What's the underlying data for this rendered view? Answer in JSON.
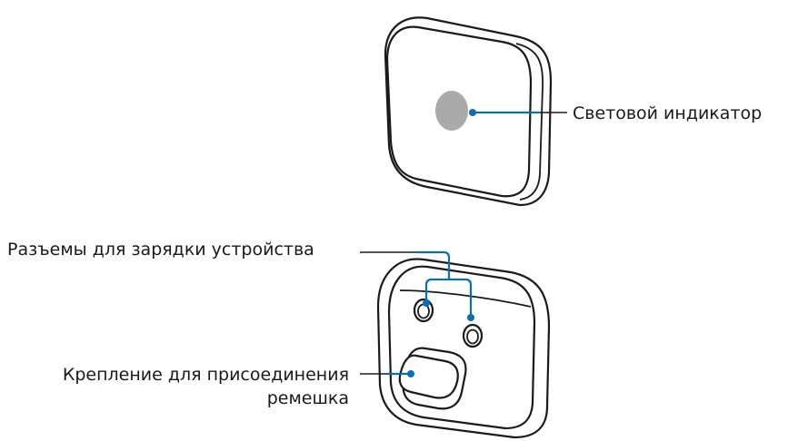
{
  "labels": {
    "led": "Световой индикатор",
    "charging": "Разъемы для зарядки устройства",
    "strap_line1": "Крепление для присоединения",
    "strap_line2": "ремешка"
  },
  "colors": {
    "callout": "#0a6eb4",
    "outline": "#1a1a1a",
    "led": "#aaaaaa"
  }
}
